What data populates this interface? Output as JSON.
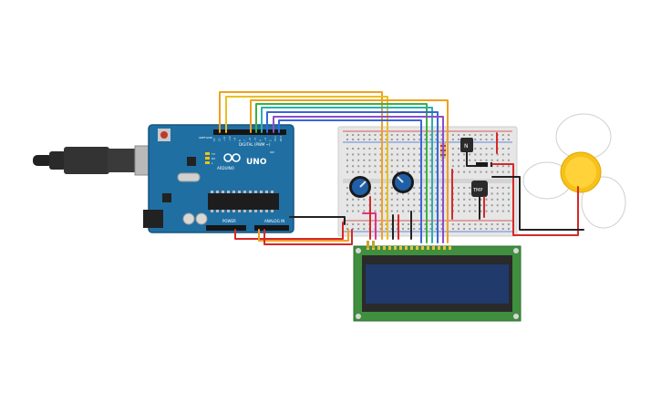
{
  "arduino": {
    "brand": "UNO",
    "logo_text": "ARDUINO",
    "digital_label": "DIGITAL (PWM ~)",
    "power_label": "POWER",
    "analog_label": "ANALOG IN",
    "tx_label": "TX",
    "rx_label": "RX",
    "led_l_label": "L",
    "on_label": "ON",
    "aref_label": "AREF",
    "gnd_label": "GND",
    "digital_pins": [
      "13",
      "12",
      "~11",
      "~10",
      "~9",
      "8",
      "7",
      "~6",
      "~5",
      "4",
      "~3",
      "2",
      "TX 1",
      "RX 0"
    ]
  },
  "components": {
    "temp_sensor_label": "TMP",
    "transistor_label": "N"
  },
  "colors": {
    "board": "#1f6fa3",
    "board_dark": "#17557e",
    "breadboard": "#e6e6e6",
    "lcd_pcb": "#3f8f3f",
    "lcd_screen": "#1f3a6b",
    "wire_orange": "#f0a020",
    "wire_yellow": "#e8c020",
    "wire_green": "#3cb043",
    "wire_teal": "#2ab0b0",
    "wire_blue": "#3a66d8",
    "wire_purple": "#8a4fc8",
    "wire_red": "#d62828",
    "wire_black": "#222222",
    "wire_pink": "#e0338a",
    "fan_hub": "#f6c21a",
    "pot_knob": "#1f5fa8"
  },
  "icons": {
    "usb_cable": "usb-cable-icon",
    "power_jack": "power-jack-icon",
    "fan": "fan-icon"
  }
}
